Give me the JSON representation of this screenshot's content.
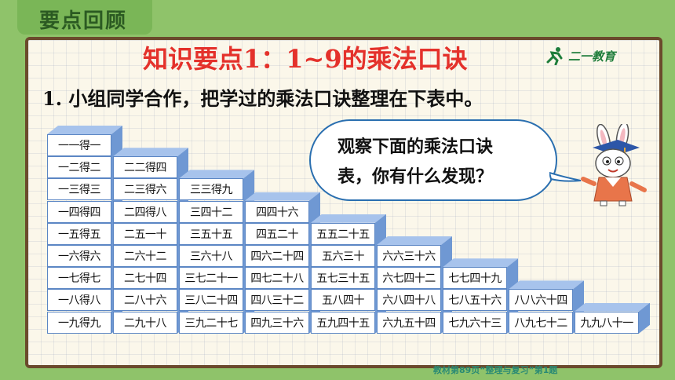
{
  "header": {
    "title": "要点回顾"
  },
  "knowledge_point": {
    "title": "知识要点1：1~9的乘法口诀"
  },
  "brand": {
    "name": "二一教育"
  },
  "task": {
    "text": "1. 小组同学合作，把学过的乘法口诀整理在下表中。"
  },
  "bubble": {
    "line1": "观察下面的乘法口诀",
    "line2": "表，你有什么发现？"
  },
  "table": {
    "rows": [
      [
        "一一得一"
      ],
      [
        "一二得二",
        "二二得四"
      ],
      [
        "一三得三",
        "二三得六",
        "三三得九"
      ],
      [
        "一四得四",
        "二四得八",
        "三四十二",
        "四四十六"
      ],
      [
        "一五得五",
        "二五一十",
        "三五十五",
        "四五二十",
        "五五二十五"
      ],
      [
        "一六得六",
        "二六十二",
        "三六十八",
        "四六二十四",
        "五六三十",
        "六六三十六"
      ],
      [
        "一七得七",
        "二七十四",
        "三七二十一",
        "四七二十八",
        "五七三十五",
        "六七四十二",
        "七七四十九"
      ],
      [
        "一八得八",
        "二八十六",
        "三八二十四",
        "四八三十二",
        "五八四十",
        "六八四十八",
        "七八五十六",
        "八八六十四"
      ],
      [
        "一九得九",
        "二九十八",
        "三九二十七",
        "四九三十六",
        "五九四十五",
        "六九五十四",
        "七九六十三",
        "八九七十二",
        "九九八十一"
      ]
    ]
  },
  "footer": {
    "note": "教材第89页“整理与复习”第1题"
  },
  "colors": {
    "accent": "#e4312b",
    "board_border": "#6b4a2c",
    "cell_border": "#5b86c4"
  }
}
